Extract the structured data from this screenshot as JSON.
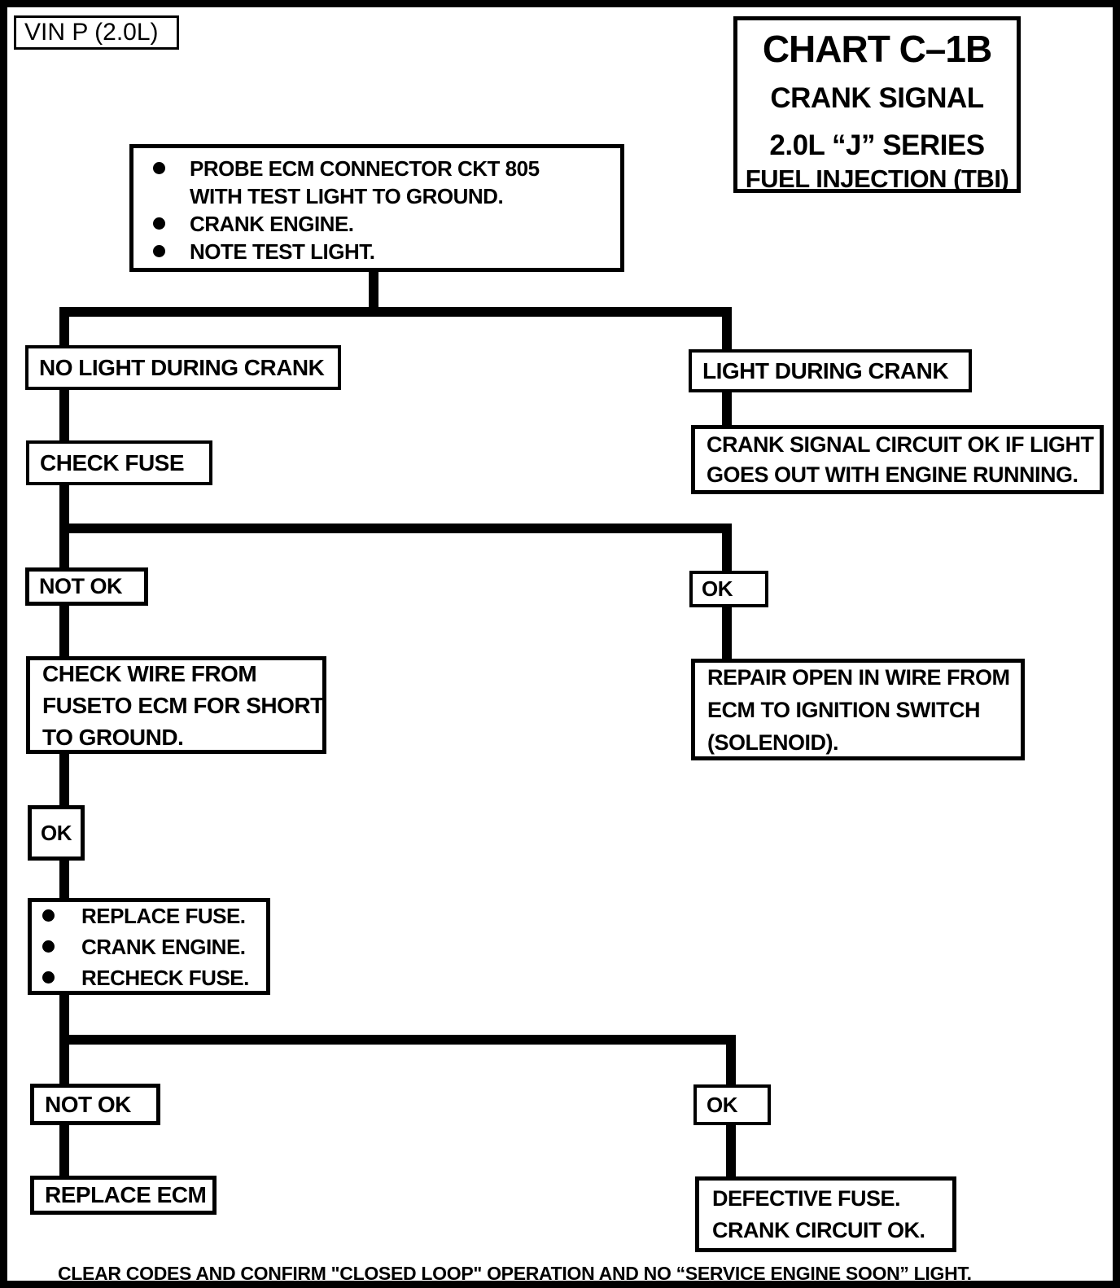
{
  "page": {
    "vin_label": "VIN P (2.0L)",
    "footer_note": "CLEAR CODES AND CONFIRM \"CLOSED LOOP\" OPERATION AND NO “SERVICE ENGINE SOON” LIGHT."
  },
  "title_block": {
    "chart_id": "CHART C–1B",
    "subtitle": "CRANK SIGNAL",
    "engine": "2.0L “J” SERIES",
    "system": "FUEL INJECTION (TBI)"
  },
  "flow": {
    "step1": [
      "PROBE ECM CONNECTOR CKT 805 WITH TEST LIGHT TO GROUND.",
      "CRANK ENGINE.",
      "NOTE TEST LIGHT."
    ],
    "no_light": "NO LIGHT DURING CRANK",
    "light": "LIGHT DURING CRANK",
    "check_fuse": "CHECK FUSE",
    "crank_signal_ok": [
      "CRANK SIGNAL CIRCUIT OK IF LIGHT",
      "GOES OUT WITH ENGINE RUNNING."
    ],
    "not_ok_1": "NOT OK",
    "ok_1": "OK",
    "check_wire": [
      "CHECK WIRE FROM",
      "FUSETO ECM FOR SHORT",
      "TO GROUND."
    ],
    "repair_open": [
      "REPAIR OPEN IN WIRE FROM",
      "ECM TO IGNITION SWITCH",
      "(SOLENOID)."
    ],
    "ok_2": "OK",
    "fuse_steps": [
      "REPLACE FUSE.",
      "CRANK ENGINE.",
      "RECHECK FUSE."
    ],
    "not_ok_2": "NOT OK",
    "ok_3": "OK",
    "replace_ecm": "REPLACE ECM",
    "defective_fuse": [
      "DEFECTIVE FUSE.",
      "CRANK CIRCUIT OK."
    ]
  },
  "colors": {
    "ink": "#000000",
    "paper": "#ffffff"
  }
}
